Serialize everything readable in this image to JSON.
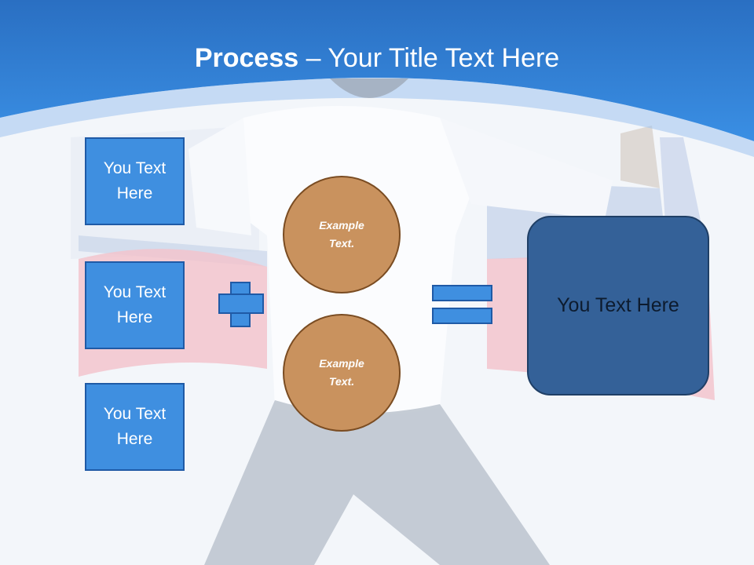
{
  "slide": {
    "title_bold": "Process",
    "title_rest": " – Your Title Text Here",
    "inputs": [
      {
        "line1": "You Text",
        "line2": "Here"
      },
      {
        "line1": "You Text",
        "line2": "Here"
      },
      {
        "line1": "You Text",
        "line2": "Here"
      }
    ],
    "circles": [
      {
        "line1": "Example",
        "line2": "Text."
      },
      {
        "line1": "Example",
        "line2": "Text."
      }
    ],
    "result_text": "You Text Here"
  },
  "colors": {
    "header_blue": "#2f7fd8",
    "box_blue": "#3f8fe0",
    "circle_tan": "#c9925e",
    "result_navy": "#346198"
  },
  "icons": [
    "plus-icon",
    "equals-icon"
  ]
}
